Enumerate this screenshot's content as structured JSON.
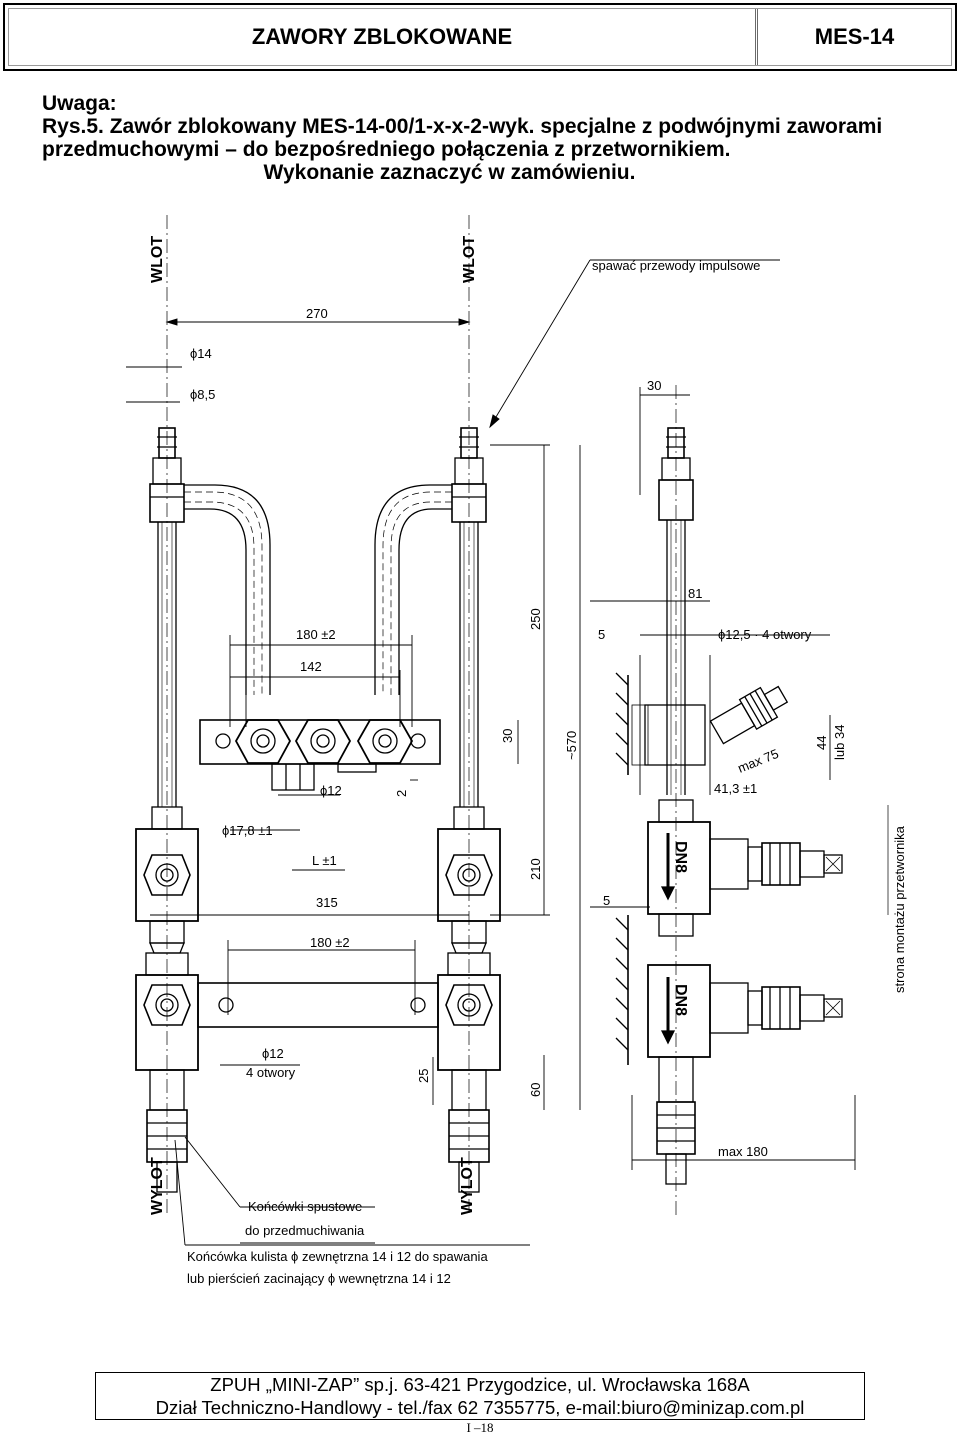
{
  "header": {
    "title": "ZAWORY ZBLOKOWANE",
    "code": "MES-14"
  },
  "note": {
    "label": "Uwaga:",
    "line1": "Rys.5. Zawór zblokowany MES-14-00/1-x-x-2-wyk. specjalne z podwójnymi zaworami",
    "line2": "przedmuchowymi – do bezpośredniego połączenia z przetwornikiem.",
    "line3": "Wykonanie zaznaczyć w zamówieniu."
  },
  "drawing": {
    "wlot": "WLOT",
    "wylot": "WYLOT",
    "weld_note": "spawać przewody impulsowe",
    "drain_note_1": "Końcówki spustowe",
    "drain_note_2": "do przedmuchiwania",
    "end_note_1": "Końcówka kulista ϕ zewnętrzna 14 i 12 do spawania",
    "end_note_2": "lub pierścień zacinający ϕ wewnętrzna 14 i 12",
    "side_note": "strona montażu przetwornika",
    "valve_mark": "DN8",
    "dims": {
      "d270": "270",
      "d14": "ϕ14",
      "d8_5": "ϕ8,5",
      "d180a": "180 ±2",
      "d142": "142",
      "d30v": "30",
      "d2": "2",
      "d12a": "ϕ12",
      "d17_8": "ϕ17,8 ±1",
      "dL": "L ±1",
      "d315": "315",
      "d180b": "180 ±2",
      "d12b": "ϕ12",
      "holes4": "4 otwory",
      "d25": "25",
      "d60": "60",
      "d250": "250",
      "d210": "210",
      "d570": "~570",
      "d30h": "30",
      "d81": "81",
      "d5a": "5",
      "d12_5": "ϕ12,5 · 4 otwory",
      "d44": "44",
      "lub34": "lub 34",
      "max75": "max 75",
      "d41_3": "41,3 ±1",
      "d5b": "5",
      "max180": "max 180"
    }
  },
  "footer": {
    "line1": "ZPUH „MINI-ZAP” sp.j. 63-421 Przygodzice, ul. Wrocławska 168A",
    "line2": "Dział Techniczno-Handlowy - tel./fax 62 7355775, e-mail:biuro@minizap.com.pl"
  },
  "page_number": "I –18"
}
